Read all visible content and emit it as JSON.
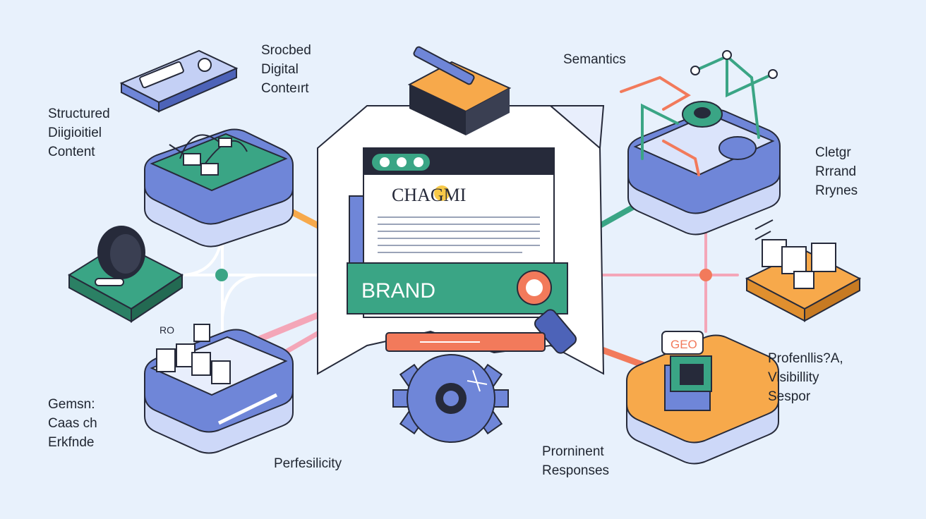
{
  "colors": {
    "background": "#e8f1fc",
    "blue": "#6f86d8",
    "blue_light": "#dbe4fb",
    "green": "#3aa585",
    "orange": "#f7a94b",
    "coral": "#f27a5b",
    "pink": "#f4a6b8",
    "dark": "#262a3a",
    "paper": "#ffffff"
  },
  "labels": {
    "top_center_left": [
      "Srocbed",
      "Digital",
      "Conteırt"
    ],
    "top_left": [
      "Structured",
      "Diigioitiel",
      "Content"
    ],
    "top_right": "Semantics",
    "right_upper": [
      "Cletgr",
      "Rrrand",
      "Rrynes"
    ],
    "right_lower": [
      "Profenllis?A,",
      "Visibillity",
      "Sespor"
    ],
    "bottom_left": [
      "Gemsn:",
      "Caas ch",
      "Erkfnde"
    ],
    "bottom_center_left": "Perfesilicity",
    "bottom_center_right": [
      "Prorninent",
      "Responses"
    ]
  },
  "center": {
    "screen_title": "CHAGMI",
    "brand": "BRAND"
  },
  "small_tags": {
    "geo": "GEO",
    "ro": "RO"
  }
}
